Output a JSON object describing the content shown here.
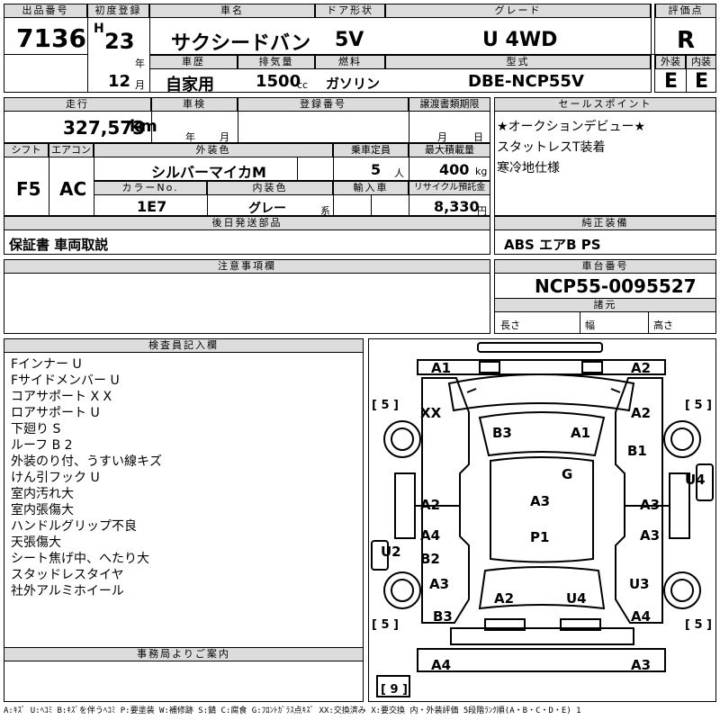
{
  "header": {
    "lot_label": "出品番号",
    "lot_no": "7136",
    "reg_label": "初度登録",
    "era": "H",
    "reg_year": "23",
    "year_suffix": "年",
    "reg_month": "12",
    "month_suffix": "月",
    "name_label": "車名",
    "car_name": "サクシードバン",
    "door_label": "ドア形状",
    "door": "5V",
    "grade_label": "グレード",
    "grade": "U 4WD",
    "score_label": "評価点",
    "score": "R",
    "history_label": "車歴",
    "history": "自家用",
    "disp_label": "排気量",
    "disp": "1500",
    "disp_unit": "cc",
    "fuel_label": "燃料",
    "fuel": "ガソリン",
    "model_label": "型式",
    "model": "DBE-NCP55V",
    "ext_label": "外装",
    "ext": "E",
    "int_label": "内装",
    "int": "E"
  },
  "row2": {
    "mileage_label": "走行",
    "mileage": "327,573",
    "mileage_unit": "km",
    "inspect_label": "車検",
    "inspect_y": "年",
    "inspect_m": "月",
    "regno_label": "登録番号",
    "transfer_label": "譲渡書類期限",
    "transfer_m": "月",
    "transfer_d": "日",
    "sales_label": "セールスポイント",
    "sales": [
      "★オークションデビュー★",
      "スタットレスT装着",
      "寒冷地仕様"
    ],
    "shift_label": "シフト",
    "shift": "F5",
    "ac_label": "エアコン",
    "ac": "AC",
    "color_label": "外装色",
    "color": "シルバーマイカM",
    "seats_label": "乗車定員",
    "seats": "5",
    "seats_unit": "人",
    "load_label": "最大積載量",
    "load": "400",
    "load_unit": "kg",
    "colorno_label": "カラーNo.",
    "colorno": "1E7",
    "intcolor_label": "内装色",
    "intcolor": "グレー",
    "intcolor_unit": "系",
    "import_label": "輸入車",
    "recycle_label": "リサイクル預託金",
    "recycle": "8,330",
    "recycle_unit": "円"
  },
  "later_label": "後日発送部品",
  "later": "保証書 車両取説",
  "equip_label": "純正装備",
  "equip": "ABS エアB PS",
  "caution_label": "注意事項欄",
  "chassis_label": "車台番号",
  "chassis": "NCP55-0095527",
  "spec_label": "諸元",
  "len_label": "長さ",
  "wid_label": "幅",
  "hei_label": "高さ",
  "inspector_label": "検査員記入欄",
  "inspector_notes": [
    "Fインナー U",
    "Fサイドメンバー U",
    "コアサポート X X",
    "ロアサポート U",
    "下廻り S",
    "ルーフ B 2",
    "外装のり付、うすい線キズ",
    "けん引フック U",
    "室内汚れ大",
    "室内張傷大",
    "ハンドルグリップ不良",
    "天張傷大",
    "シート焦げ中、へたり大",
    "スタッドレスタイヤ",
    "社外アルミホイール"
  ],
  "office_label": "事務局よりご案内",
  "legend": "A:ｷｽﾞ U:ﾍｺﾐ B:ｷｽﾞを伴うﾍｺﾐ P:要塗装 W:補修跡 S:錆 C:腐食 G:ﾌﾛﾝﾄｶﾞﾗｽ点ｷｽﾞ XX:交換済み X:要交換 内・外装評価 5段階ﾗﾝｸ順(A・B・C・D・E) 1",
  "diagram": {
    "tire_fl": "[ 5 ]",
    "tire_fr": "[ 5 ]",
    "tire_rl": "[ 5 ]",
    "tire_rr": "[ 5 ]",
    "spare": "[ 9 ]",
    "marks": [
      "A1",
      "A2",
      "XX",
      "B3",
      "A1",
      "A2",
      "B1",
      "G",
      "U4",
      "A2",
      "A3",
      "A3",
      "A4",
      "A3",
      "B2",
      "P1",
      "U2",
      "A3",
      "U3",
      "A2",
      "U4",
      "A4",
      "B3",
      "A4",
      "A3"
    ]
  }
}
